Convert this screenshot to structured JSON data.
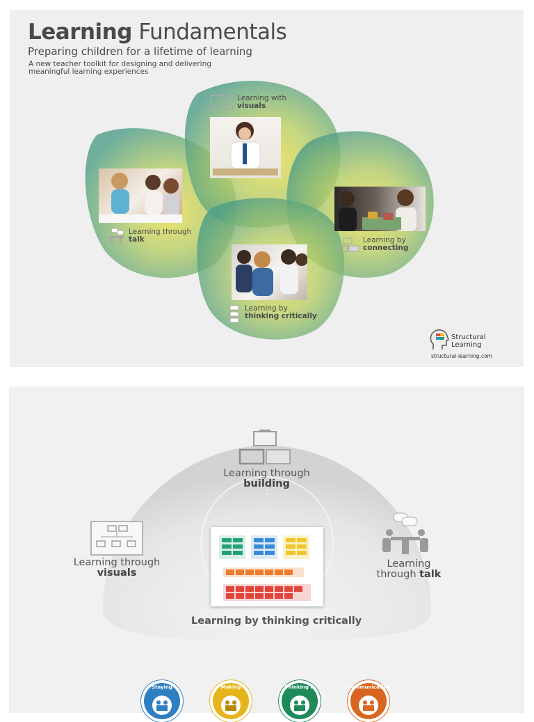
{
  "header": {
    "title_bold": "Learning",
    "title_rest": "Fundamentals",
    "subtitle": "Preparing children for a lifetime of learning",
    "description": "A new teacher toolkit for designing and delivering meaningful learning experiences"
  },
  "venn": {
    "visuals": {
      "line1": "Learning with",
      "line2": "visuals",
      "icon": "hierarchy-icon"
    },
    "talk": {
      "line1": "Learning through",
      "line2": "talk",
      "icon": "talk-icon"
    },
    "connecting": {
      "line1": "Learning by",
      "line2": "connecting",
      "icon": "blocks-icon"
    },
    "thinking": {
      "line1": "Learning by",
      "line2": "thinking critically",
      "icon": "checklist-icon"
    }
  },
  "brand": {
    "name_line1": "Structural",
    "name_line2": "Learning",
    "url": "structural-learning.com"
  },
  "bottom": {
    "building": {
      "line1": "Learning through",
      "line2": "building",
      "icon": "blocks-icon"
    },
    "visuals": {
      "line1": "Learning through",
      "line2": "visuals",
      "icon": "hierarchy-icon"
    },
    "talk": {
      "line1": "Learning",
      "line2a": "through ",
      "line2b": "talk",
      "icon": "table-talk-icon"
    },
    "caption": "Learning by thinking critically",
    "badges": [
      {
        "label": "Staying",
        "color": "#2d7fc1"
      },
      {
        "label": "Making",
        "color": "#e6b51c"
      },
      {
        "label": "Thinking it",
        "color": "#1e8a5a"
      },
      {
        "label": "Communicating",
        "color": "#d9661f"
      }
    ]
  },
  "colors": {
    "panel": "#efefef",
    "petal_edge": "#4f9e86",
    "petal_center": "#e9dc55",
    "text": "#4a4a4a"
  }
}
